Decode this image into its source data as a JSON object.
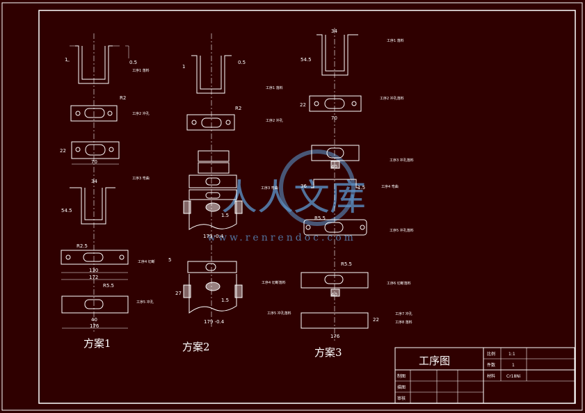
{
  "colors": {
    "background": "#2f0000",
    "line": "#ffffff",
    "watermark": "#5a8fc4"
  },
  "schemes": [
    {
      "title": "方案1",
      "labels": [
        "工序1 落料",
        "工序2 冲孔",
        "工序3 弯曲",
        "工序4 切断",
        "工序5 冲孔"
      ],
      "dims": [
        "1",
        "0.5",
        "R2",
        "22",
        "70",
        "34",
        "54.5",
        "R2.5",
        "130",
        "172",
        "R5.5",
        "40",
        "176"
      ]
    },
    {
      "title": "方案2",
      "labels": [
        "工序1 落料",
        "工序2 冲孔",
        "工序3 弯曲",
        "工序4 切断落料",
        "工序5 冲孔落料"
      ],
      "dims": [
        "1",
        "0.5",
        "R2",
        "1.5",
        "179 -0.4",
        "5",
        "27",
        "1.5",
        "179 -0.4"
      ]
    },
    {
      "title": "方案3",
      "labels": [
        "工序1 落料",
        "工序2 冲孔落料",
        "工序3 冲孔落料",
        "工序4 弯曲",
        "工序5 冲孔落料",
        "工序6 切断落料",
        "工序7 冲孔",
        "工序8 落料"
      ],
      "dims": [
        "34",
        "54.5",
        "22",
        "70",
        "40",
        "36",
        "1.5",
        "R5.5",
        "R5.5",
        "40",
        "176",
        "22"
      ]
    }
  ],
  "title_block": {
    "title": "工序图",
    "scale_label": "比例",
    "scale_value": "1:1",
    "qty_label": "件数",
    "qty_value": "1",
    "material_label": "材料",
    "material_value": "Cr18Ni",
    "drawn_label": "制图",
    "checked_label": "描图",
    "reviewed_label": "审核"
  },
  "watermark": {
    "text": "人人文库",
    "url": "www.renrendoc.com"
  }
}
